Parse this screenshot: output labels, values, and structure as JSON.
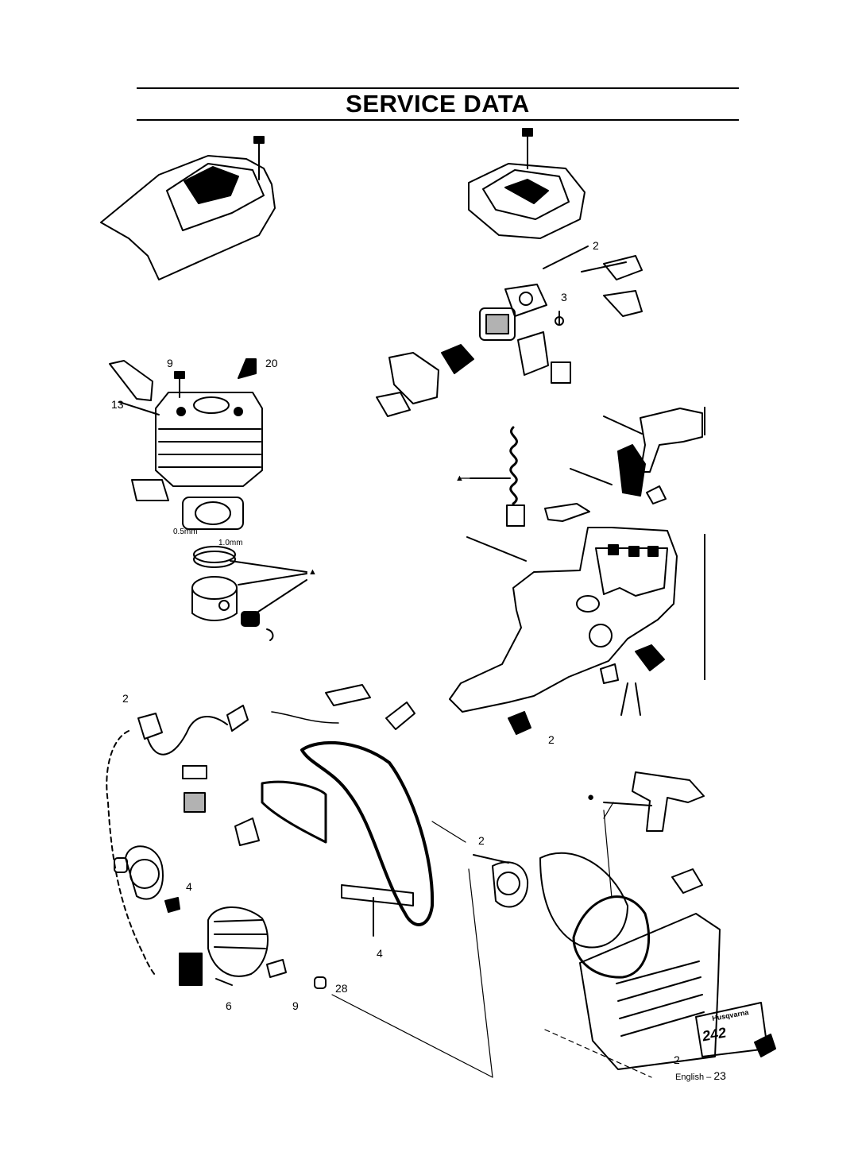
{
  "header": {
    "title": "SERVICE DATA"
  },
  "callouts": {
    "c_2_top": "2",
    "c_3": "3",
    "c_9": "9",
    "c_20": "20",
    "c_13": "13",
    "c_05mm": "0.5mm",
    "c_10mm": "1.0mm",
    "c_2_left": "2",
    "c_2_mid": "2",
    "c_2_right": "2",
    "c_4_a": "4",
    "c_4_b": "4",
    "c_28": "28",
    "c_6": "6",
    "c_9b": "9",
    "c_2_bottom": "2",
    "tri_1": "▲",
    "tri_2": "▲",
    "dot": "●"
  },
  "logo": {
    "brand": "Husqvarna",
    "model": "242"
  },
  "footer": {
    "lang": "English –",
    "page": "23"
  }
}
